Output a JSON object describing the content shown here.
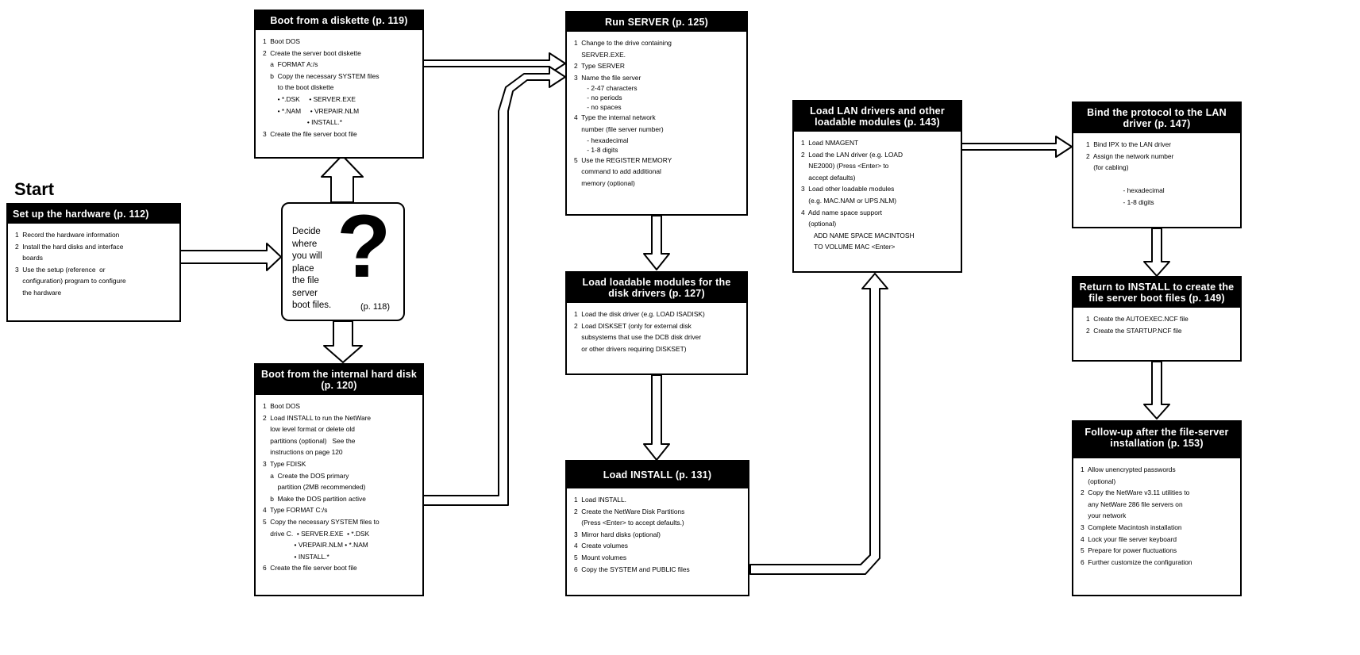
{
  "start_label": "Start",
  "decide": {
    "lines": [
      "Decide",
      "where",
      "you will",
      "place",
      "the file",
      "server",
      "boot files."
    ],
    "page": "(p. 118)"
  },
  "boxes": {
    "hardware": {
      "title": "Set up the hardware (p. 112)",
      "items": [
        "1  Record the hardware information",
        "2  Install the hard disks and interface",
        "    boards",
        "3  Use the setup (reference  or",
        "    configuration) program to configure",
        "    the hardware"
      ]
    },
    "diskette": {
      "title": "Boot from a diskette (p. 119)",
      "items": [
        "1  Boot DOS",
        "2  Create the server boot diskette",
        "    a  FORMAT A:/s",
        "    b  Copy the necessary SYSTEM files",
        "        to the boot diskette",
        "        • *.DSK     • SERVER.EXE",
        "        • *.NAM     • VREPAIR.NLM",
        "                        • INSTALL.*",
        "3  Create the file server boot file"
      ]
    },
    "harddisk": {
      "title": "Boot from the internal hard disk (p. 120)",
      "items": [
        "1  Boot DOS",
        "2  Load INSTALL to run the NetWare",
        "    low level format or delete old",
        "    partitions (optional)   See the",
        "    instructions on page 120",
        "3  Type FDISK",
        "    a  Create the DOS primary",
        "        partition (2MB recommended)",
        "    b  Make the DOS partition active",
        "4  Type FORMAT C:/s",
        "5  Copy the necessary SYSTEM files to",
        "    drive C.  • SERVER.EXE  • *.DSK",
        "                 • VREPAIR.NLM • *.NAM",
        "                 • INSTALL.*",
        "6  Create the file server boot file"
      ]
    },
    "runserver": {
      "title": "Run SERVER (p. 125)",
      "items": [
        "1  Change to the drive containing",
        "    SERVER.EXE.",
        "2  Type SERVER",
        "3  Name the file server",
        "       - 2-47 characters",
        "       - no periods",
        "       - no spaces",
        "4  Type the internal network",
        "    number (file server number)",
        "       - hexadecimal",
        "       - 1-8 digits",
        "5  Use the REGISTER MEMORY",
        "    command to add additional",
        "    memory (optional)"
      ]
    },
    "diskdrivers": {
      "title": "Load loadable modules for the disk drivers (p. 127)",
      "items": [
        "1  Load the disk driver (e.g. LOAD ISADISK)",
        "2  Load DISKSET (only for external disk",
        "    subsystems that use the DCB disk driver",
        "    or other drivers requiring DISKSET)"
      ]
    },
    "install": {
      "title": "Load INSTALL (p. 131)",
      "items": [
        "1  Load INSTALL.",
        "2  Create the NetWare Disk Partitions",
        "    (Press <Enter> to accept defaults.)",
        "3  Mirror hard disks (optional)",
        "4  Create volumes",
        "5  Mount volumes",
        "6  Copy the SYSTEM and PUBLIC files"
      ]
    },
    "landrivers": {
      "title": "Load LAN drivers and other loadable modules (p. 143)",
      "items": [
        "1  Load NMAGENT",
        "2  Load the LAN driver (e.g. LOAD",
        "    NE2000) (Press <Enter> to",
        "    accept defaults)",
        "3  Load other loadable modules",
        "    (e.g. MAC.NAM or UPS.NLM)",
        "4  Add name space support",
        "    (optional)",
        "       ADD NAME SPACE MACINTOSH",
        "       TO VOLUME MAC <Enter>"
      ]
    },
    "bind": {
      "title": "Bind the protocol to the LAN driver (p. 147)",
      "items": [
        "   1  Bind IPX to the LAN driver",
        "   2  Assign the network number",
        "       (for cabling)",
        " ",
        "                       - hexadecimal",
        "                       - 1-8 digits"
      ]
    },
    "returninstall": {
      "title": "Return to INSTALL to create the file server boot files (p. 149)",
      "items": [
        "   1  Create the AUTOEXEC.NCF file",
        "   2  Create the STARTUP.NCF file"
      ]
    },
    "followup": {
      "title": "Follow-up after the file-server installation (p. 153)",
      "items": [
        "1  Allow unencrypted passwords",
        "    (optional)",
        "2  Copy the NetWare v3.11 utilities to",
        "    any NetWare 286 file servers on",
        "    your network",
        "3  Complete Macintosh installation",
        "4  Lock your file server keyboard",
        "5  Prepare for power fluctuations",
        "6  Further customize the configuration"
      ]
    }
  }
}
